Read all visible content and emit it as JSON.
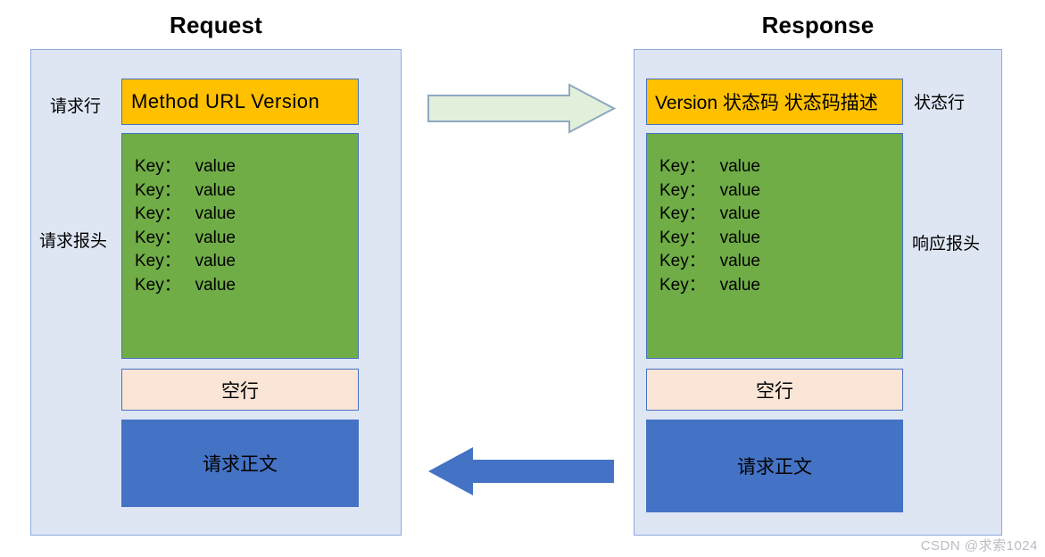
{
  "diagram": {
    "watermark": "CSDN @求索1024",
    "colors": {
      "panel_fill": "#DEE6F4",
      "panel_border": "#8FAADC",
      "start_line_fill": "#FFC000",
      "headers_fill": "#70AD47",
      "blank_line_fill": "#FBE5D6",
      "body_fill": "#4472C4",
      "arrow_request_fill": "#E2EFDA",
      "arrow_request_border": "#8EA9C1",
      "arrow_response_fill": "#4472C4"
    }
  },
  "request": {
    "title": "Request",
    "start_line": {
      "label": "请求行",
      "text": "Method    URL    Version"
    },
    "headers": {
      "label": "请求报头",
      "rows": [
        "Key：   value",
        "Key：   value",
        "Key：   value",
        "Key：   value",
        "Key：   value",
        "Key：   value"
      ]
    },
    "blank_line": {
      "text": "空行"
    },
    "body": {
      "text": "请求正文"
    }
  },
  "response": {
    "title": "Response",
    "start_line": {
      "label": "状态行",
      "text": "Version  状态码  状态码描述"
    },
    "headers": {
      "label": "响应报头",
      "rows": [
        "Key：   value",
        "Key：   value",
        "Key：   value",
        "Key：   value",
        "Key：   value",
        "Key：   value"
      ]
    },
    "blank_line": {
      "text": "空行"
    },
    "body": {
      "text": "请求正文"
    }
  },
  "arrows": {
    "request_direction": "right",
    "response_direction": "left"
  }
}
